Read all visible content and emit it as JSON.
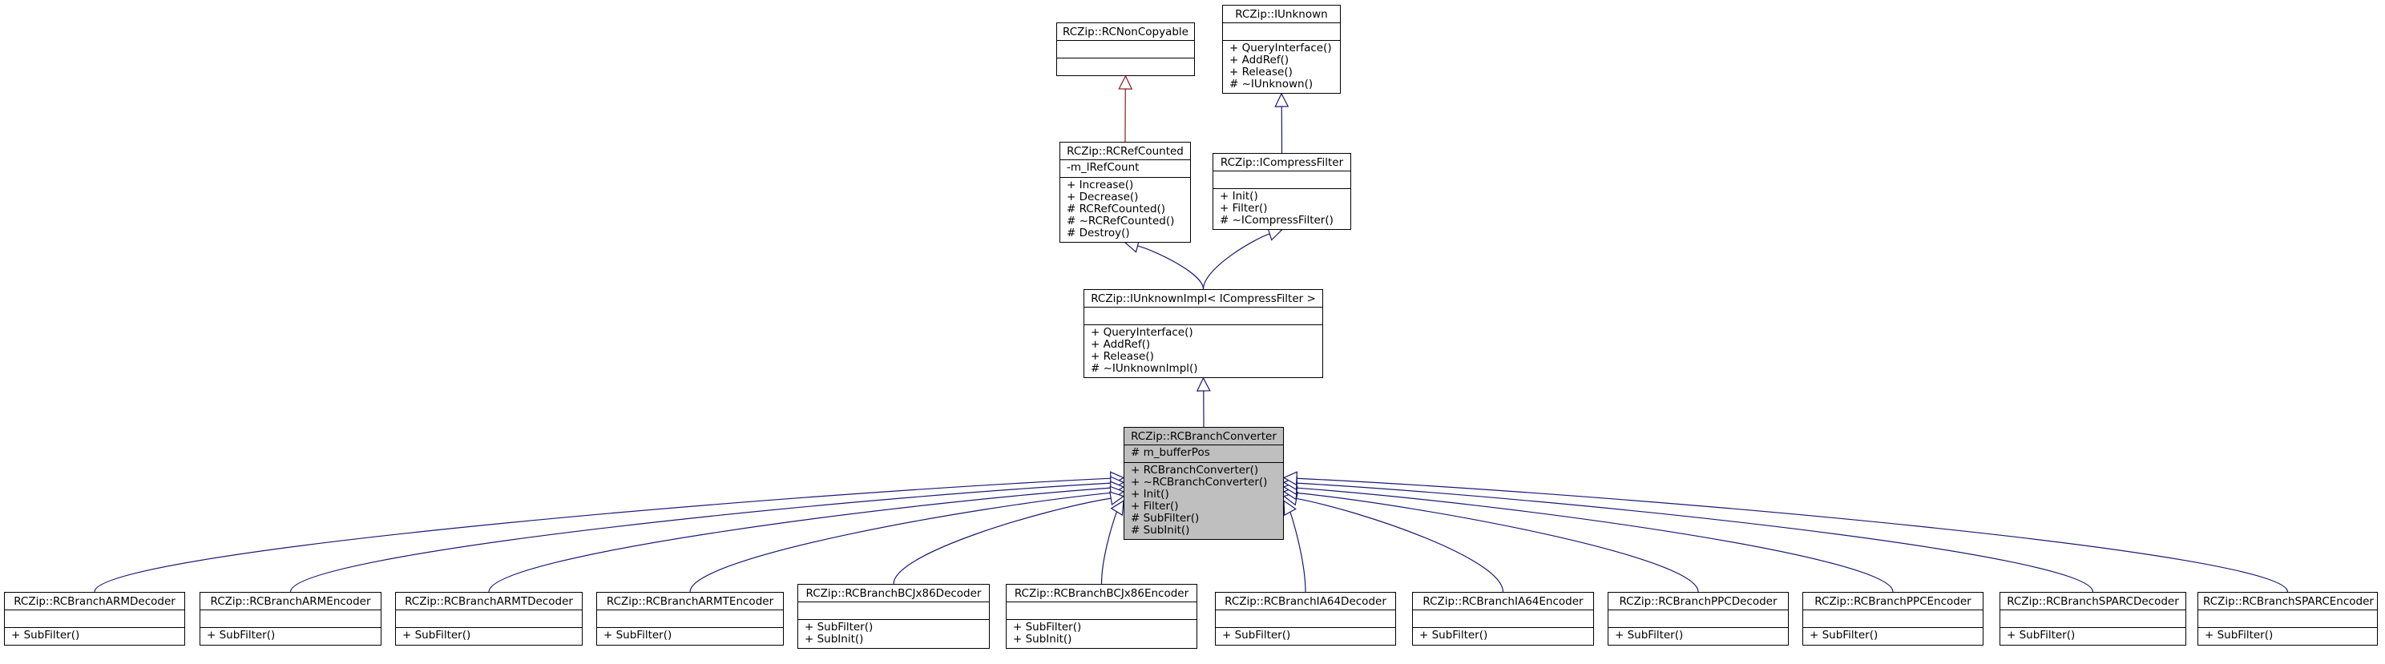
{
  "colors": {
    "inheritance_public": "#191970",
    "inheritance_other": "#8b1a1a",
    "focus_fill": "#bfbfbf",
    "box_fill": "#ffffff",
    "border": "#000000"
  },
  "classes": [
    {
      "id": "noncopyable",
      "name": "RCZip::RCNonCopyable",
      "attributes": [],
      "methods": []
    },
    {
      "id": "iunknown",
      "name": "RCZip::IUnknown",
      "attributes": [],
      "methods": [
        "+ QueryInterface()",
        "+ AddRef()",
        "+ Release()",
        "# ~IUnknown()"
      ]
    },
    {
      "id": "refcounted",
      "name": "RCZip::RCRefCounted",
      "attributes": [
        "-m_lRefCount"
      ],
      "methods": [
        "+ Increase()",
        "+ Decrease()",
        "# RCRefCounted()",
        "# ~RCRefCounted()",
        "# Destroy()"
      ]
    },
    {
      "id": "icompress",
      "name": "RCZip::ICompressFilter",
      "attributes": [],
      "methods": [
        "+ Init()",
        "+ Filter()",
        "# ~ICompressFilter()"
      ]
    },
    {
      "id": "unknownimpl",
      "name": "RCZip::IUnknownImpl< ICompressFilter >",
      "attributes": [],
      "methods": [
        "+ QueryInterface()",
        "+ AddRef()",
        "+ Release()",
        "# ~IUnknownImpl()"
      ]
    },
    {
      "id": "converter",
      "name": "RCZip::RCBranchConverter",
      "focus": true,
      "attributes": [
        "# m_bufferPos"
      ],
      "methods": [
        "+ RCBranchConverter()",
        "+ ~RCBranchConverter()",
        "+ Init()",
        "+ Filter()",
        "# SubFilter()",
        "# SubInit()"
      ]
    },
    {
      "id": "armdec",
      "name": "RCZip::RCBranchARMDecoder",
      "attributes": [],
      "methods": [
        "+ SubFilter()"
      ]
    },
    {
      "id": "armenc",
      "name": "RCZip::RCBranchARMEncoder",
      "attributes": [],
      "methods": [
        "+ SubFilter()"
      ]
    },
    {
      "id": "armtdec",
      "name": "RCZip::RCBranchARMTDecoder",
      "attributes": [],
      "methods": [
        "+ SubFilter()"
      ]
    },
    {
      "id": "armtenc",
      "name": "RCZip::RCBranchARMTEncoder",
      "attributes": [],
      "methods": [
        "+ SubFilter()"
      ]
    },
    {
      "id": "bcjdec",
      "name": "RCZip::RCBranchBCJx86Decoder",
      "attributes": [],
      "methods": [
        "+ SubFilter()",
        "+ SubInit()"
      ]
    },
    {
      "id": "bcjenc",
      "name": "RCZip::RCBranchBCJx86Encoder",
      "attributes": [],
      "methods": [
        "+ SubFilter()",
        "+ SubInit()"
      ]
    },
    {
      "id": "ia64dec",
      "name": "RCZip::RCBranchIA64Decoder",
      "attributes": [],
      "methods": [
        "+ SubFilter()"
      ]
    },
    {
      "id": "ia64enc",
      "name": "RCZip::RCBranchIA64Encoder",
      "attributes": [],
      "methods": [
        "+ SubFilter()"
      ]
    },
    {
      "id": "ppcdec",
      "name": "RCZip::RCBranchPPCDecoder",
      "attributes": [],
      "methods": [
        "+ SubFilter()"
      ]
    },
    {
      "id": "ppcenc",
      "name": "RCZip::RCBranchPPCEncoder",
      "attributes": [],
      "methods": [
        "+ SubFilter()"
      ]
    },
    {
      "id": "sparcdec",
      "name": "RCZip::RCBranchSPARCDecoder",
      "attributes": [],
      "methods": [
        "+ SubFilter()"
      ]
    },
    {
      "id": "sparcenc",
      "name": "RCZip::RCBranchSPARCEncoder",
      "attributes": [],
      "methods": [
        "+ SubFilter()"
      ]
    }
  ],
  "inheritance": [
    {
      "child": "refcounted",
      "parent": "noncopyable",
      "kind": "other"
    },
    {
      "child": "icompress",
      "parent": "iunknown",
      "kind": "public"
    },
    {
      "child": "unknownimpl",
      "parent": "refcounted",
      "kind": "public"
    },
    {
      "child": "unknownimpl",
      "parent": "icompress",
      "kind": "public"
    },
    {
      "child": "converter",
      "parent": "unknownimpl",
      "kind": "public"
    },
    {
      "child": "armdec",
      "parent": "converter",
      "kind": "public"
    },
    {
      "child": "armenc",
      "parent": "converter",
      "kind": "public"
    },
    {
      "child": "armtdec",
      "parent": "converter",
      "kind": "public"
    },
    {
      "child": "armtenc",
      "parent": "converter",
      "kind": "public"
    },
    {
      "child": "bcjdec",
      "parent": "converter",
      "kind": "public"
    },
    {
      "child": "bcjenc",
      "parent": "converter",
      "kind": "public"
    },
    {
      "child": "ia64dec",
      "parent": "converter",
      "kind": "public"
    },
    {
      "child": "ia64enc",
      "parent": "converter",
      "kind": "public"
    },
    {
      "child": "ppcdec",
      "parent": "converter",
      "kind": "public"
    },
    {
      "child": "ppcenc",
      "parent": "converter",
      "kind": "public"
    },
    {
      "child": "sparcdec",
      "parent": "converter",
      "kind": "public"
    },
    {
      "child": "sparcenc",
      "parent": "converter",
      "kind": "public"
    }
  ]
}
